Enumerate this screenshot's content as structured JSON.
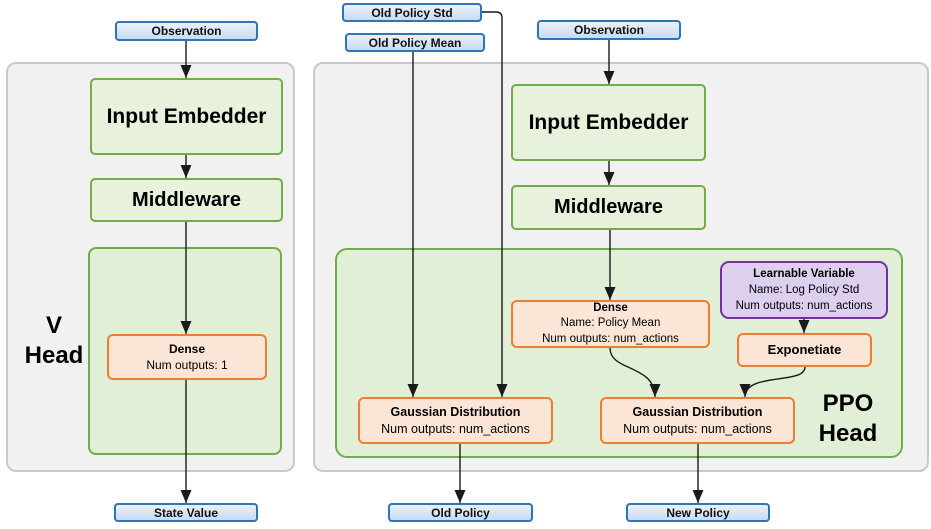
{
  "colors": {
    "io_border": "#2e75b6",
    "io_fill": "#d8e4f4",
    "block_border": "#70ad47",
    "block_fill": "#e7f1dc",
    "group_fill": "#e2efd7",
    "layer_border": "#ed7d31",
    "layer_fill": "#fbe5d6",
    "variable_border": "#7030a0",
    "variable_fill": "#ddcfee",
    "panel_fill": "#f1f1f1",
    "panel_border": "#c9c9c9",
    "connector": "#1a1a1a"
  },
  "v_head": {
    "label_line1": "V",
    "label_line2": "Head",
    "observation_label": "Observation",
    "input_embedder_label": "Input Embedder",
    "middleware_label": "Middleware",
    "dense_title": "Dense",
    "dense_outputs": "Num outputs: 1",
    "output_label": "State Value"
  },
  "ppo_head": {
    "label_line1": "PPO",
    "label_line2": "Head",
    "old_policy_std_label": "Old Policy Std",
    "old_policy_mean_label": "Old Policy Mean",
    "observation_label": "Observation",
    "input_embedder_label": "Input Embedder",
    "middleware_label": "Middleware",
    "dense_title": "Dense",
    "dense_name": "Name: Policy Mean",
    "dense_outputs": "Num outputs: num_actions",
    "learnable_title": "Learnable Variable",
    "learnable_name": "Name: Log Policy Std",
    "learnable_outputs": "Num outputs: num_actions",
    "exponetiate_label": "Exponetiate",
    "gaussian_old_title": "Gaussian Distribution",
    "gaussian_old_outputs": "Num outputs: num_actions",
    "gaussian_new_title": "Gaussian Distribution",
    "gaussian_new_outputs": "Num outputs: num_actions",
    "old_policy_output_label": "Old Policy",
    "new_policy_output_label": "New Policy"
  }
}
